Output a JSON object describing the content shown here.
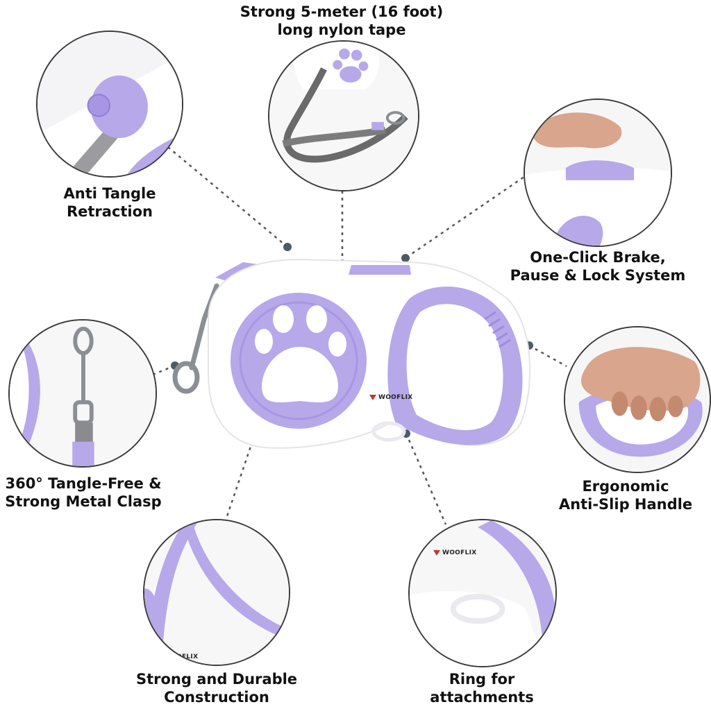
{
  "labels": {
    "tape": "Strong 5-meter (16 foot)\nlong nylon tape",
    "tangle": "Anti Tangle\nRetraction",
    "brake": "One-Click Brake,\nPause & Lock System",
    "clasp": "360° Tangle-Free &\nStrong Metal Clasp",
    "handle": "Ergonomic\nAnti-Slip Handle",
    "durable": "Strong and Durable\nConstruction",
    "ring": "Ring for\nattachments"
  },
  "brand": {
    "name": "WOOFLIX",
    "partial": "OFLIX"
  },
  "colors": {
    "accent": "#b7a8ea",
    "accent_dark": "#9d8ce0",
    "body": "#ffffff",
    "tape": "#6a6a6a",
    "dot": "#4e5a66"
  }
}
